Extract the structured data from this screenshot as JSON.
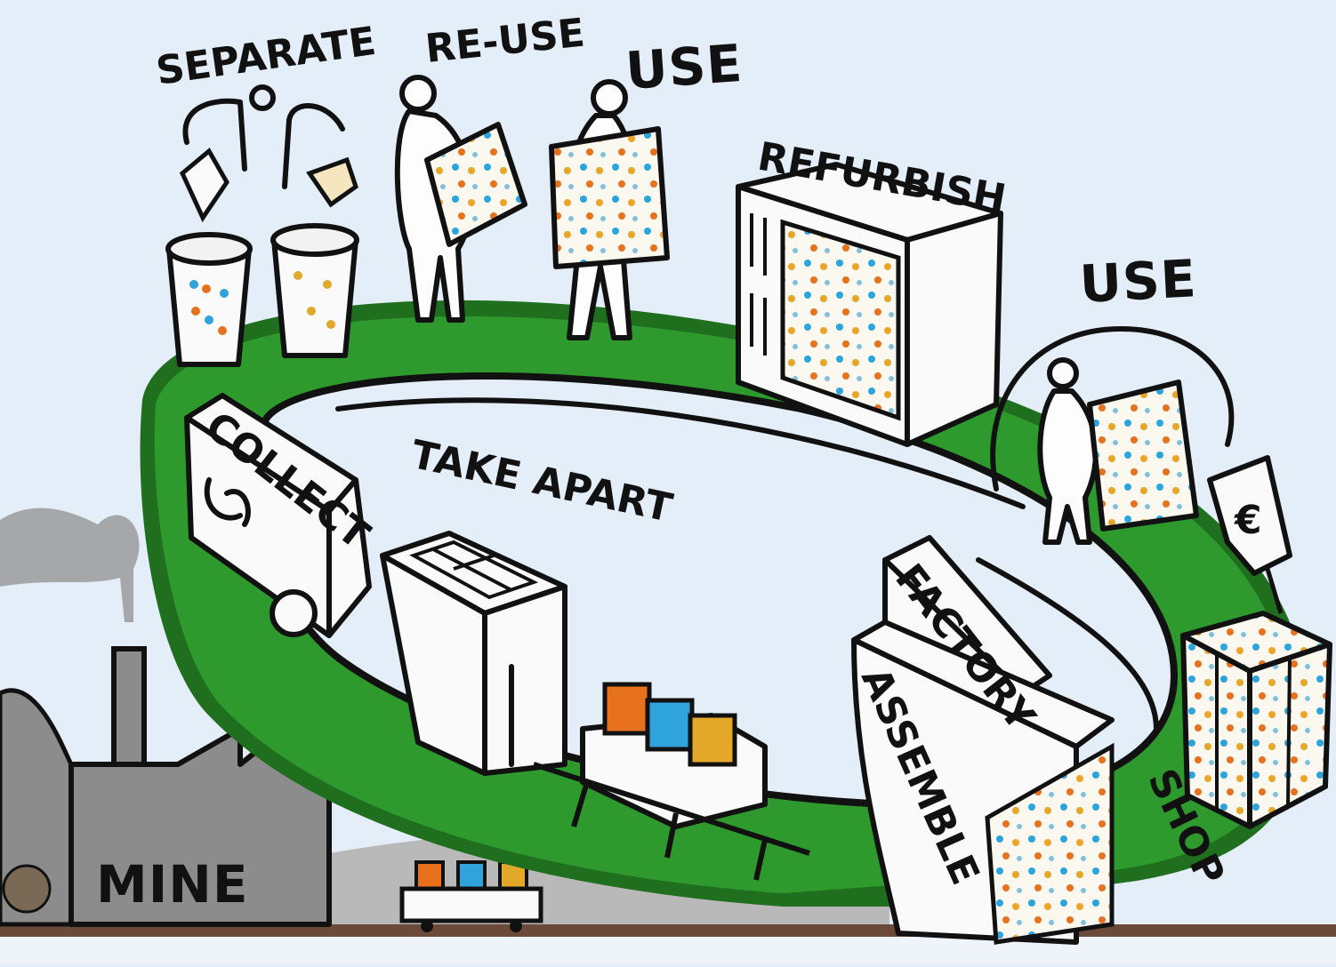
{
  "labels": {
    "separate": "SEPARATE",
    "reuse": "RE-USE",
    "use_top": "USE",
    "refurbish": "REFURBISH",
    "use_right": "USE",
    "collect": "COLLECT",
    "take_apart": "TAKE APART",
    "factory": "FACTORY",
    "assemble": "ASSEMBLE",
    "shop": "SHOP",
    "mine": "MINE",
    "euro": "€"
  },
  "colors": {
    "background": "#e4eef8",
    "loop_green": "#2e9a2e",
    "loop_dark": "#1f6f1f",
    "mine_grey": "#8c8c8c",
    "ground_brown": "#6b4a3a",
    "block_orange": "#e8711e",
    "block_blue": "#2ea3dc",
    "block_yellow": "#e3a82a"
  },
  "icons": [
    "bin-icon",
    "bin-icon",
    "person-with-puzzle-icon",
    "person-with-puzzle-icon",
    "refurbish-building-icon",
    "person-with-puzzle-icon",
    "price-tag-icon",
    "collect-truck-icon",
    "take-apart-building-icon",
    "conveyor-cart-icon",
    "factory-building-icon",
    "puzzle-cube-icon",
    "mine-factory-icon",
    "recycle-arrows-icon"
  ]
}
